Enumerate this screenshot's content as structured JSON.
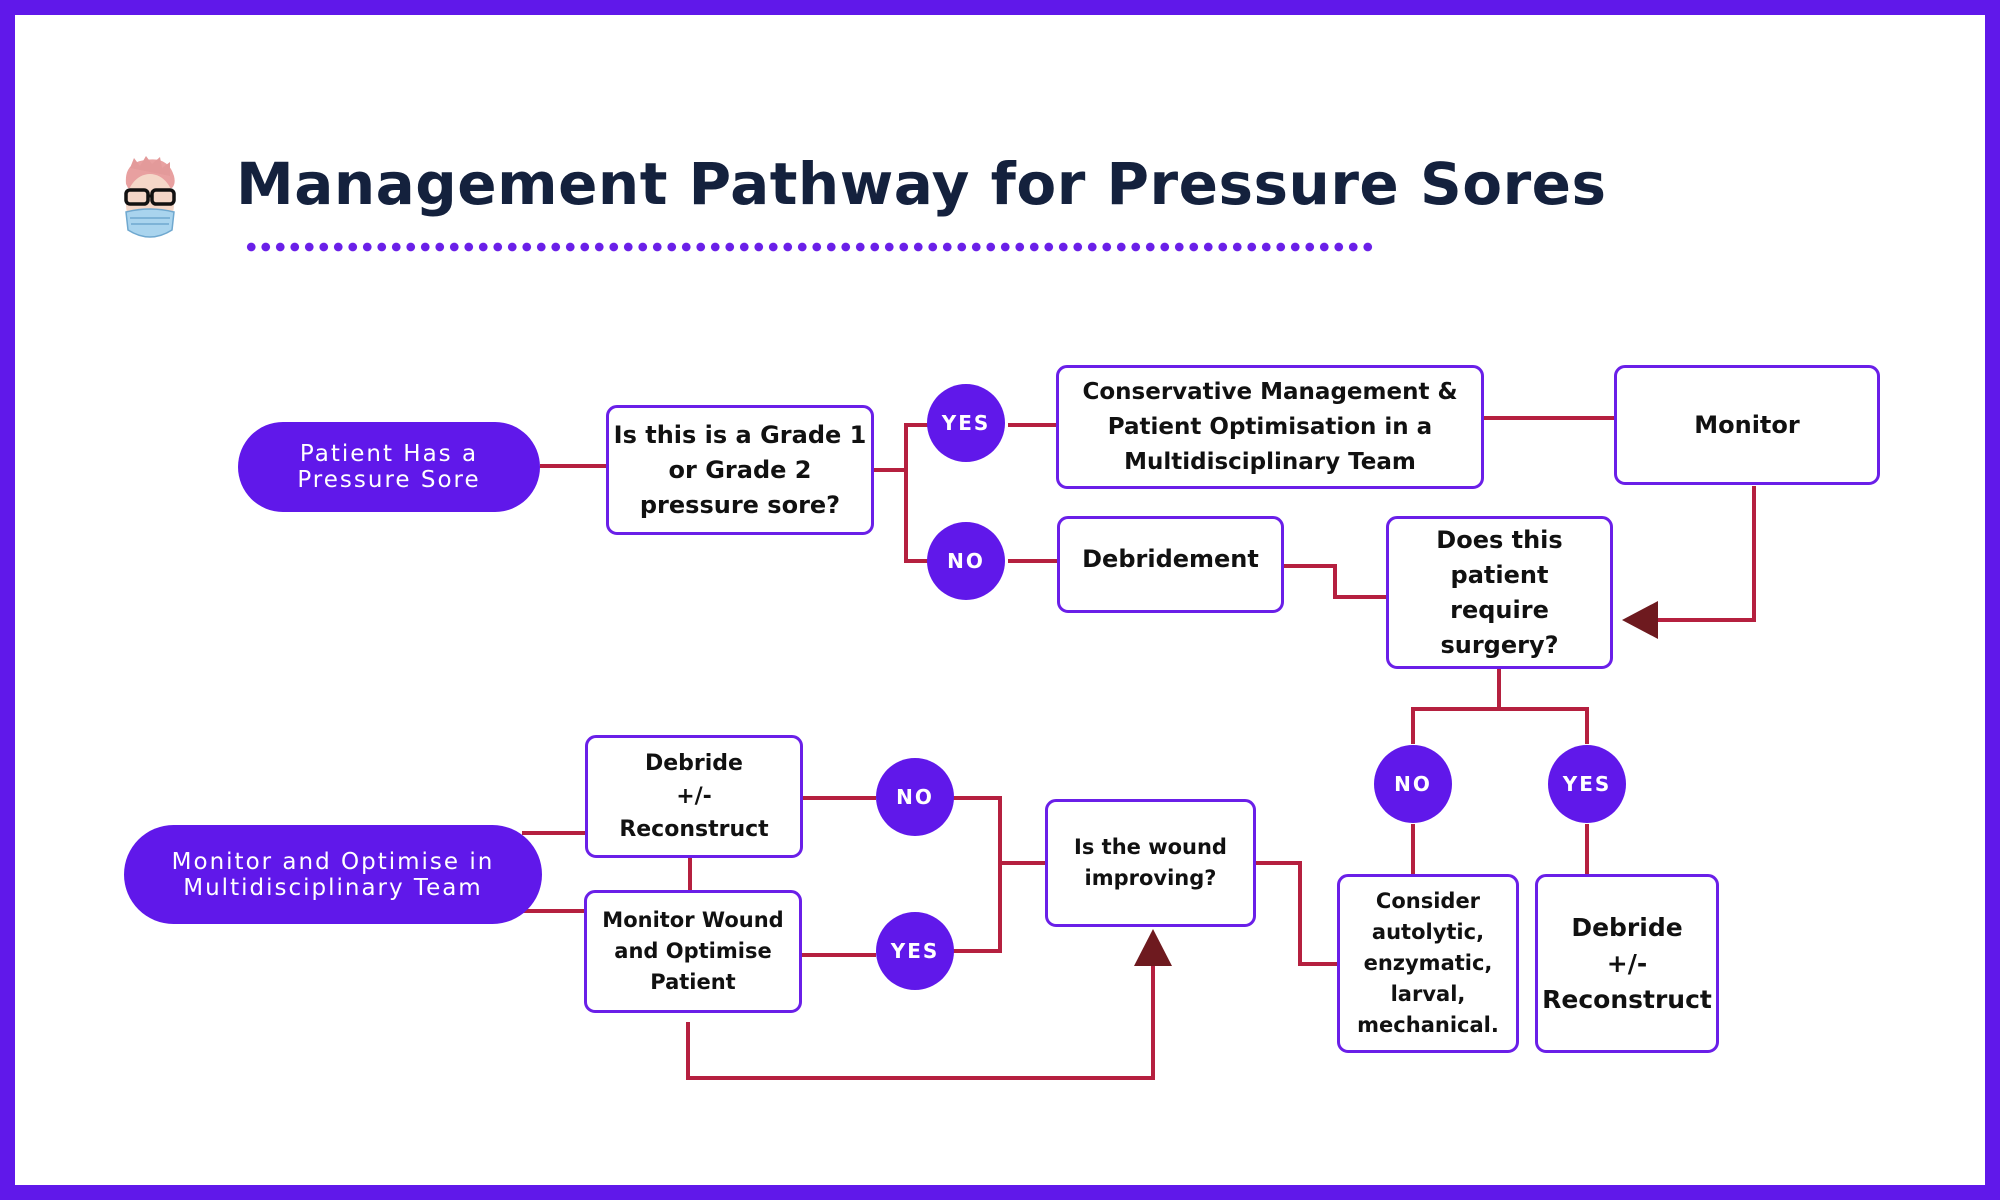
{
  "title": "Management Pathway for Pressure Sores",
  "start": {
    "label": "Patient Has a\nPressure Sore"
  },
  "q_grade": {
    "label": "Is this is a Grade 1\nor Grade 2\npressure sore?"
  },
  "yes_1": {
    "label": "YES"
  },
  "no_1": {
    "label": "NO"
  },
  "conservative": {
    "label": "Conservative Management &\nPatient Optimisation in a\nMultidisciplinary Team"
  },
  "monitor": {
    "label": "Monitor"
  },
  "debridement": {
    "label": "Debridement"
  },
  "q_surgery": {
    "label": "Does this\npatient\nrequire\nsurgery?"
  },
  "no_2": {
    "label": "NO"
  },
  "yes_2": {
    "label": "YES"
  },
  "consider": {
    "label": "Consider\nautolytic,\nenzymatic,\nlarval,\nmechanical."
  },
  "debride_right": {
    "label": "Debride\n+/-\nReconstruct"
  },
  "q_improving": {
    "label": "Is the wound\nimproving?"
  },
  "no_3": {
    "label": "NO"
  },
  "yes_3": {
    "label": "YES"
  },
  "debride_left": {
    "label": "Debride\n+/-\nReconstruct"
  },
  "monitor_wound": {
    "label": "Monitor Wound\nand Optimise\nPatient"
  },
  "end": {
    "label": "Monitor and Optimise in\nMultidisciplinary Team"
  },
  "colors": {
    "accent": "#6018ea",
    "connector": "#b5203f",
    "arrow": "#6e1a1f",
    "title": "#14213d"
  }
}
